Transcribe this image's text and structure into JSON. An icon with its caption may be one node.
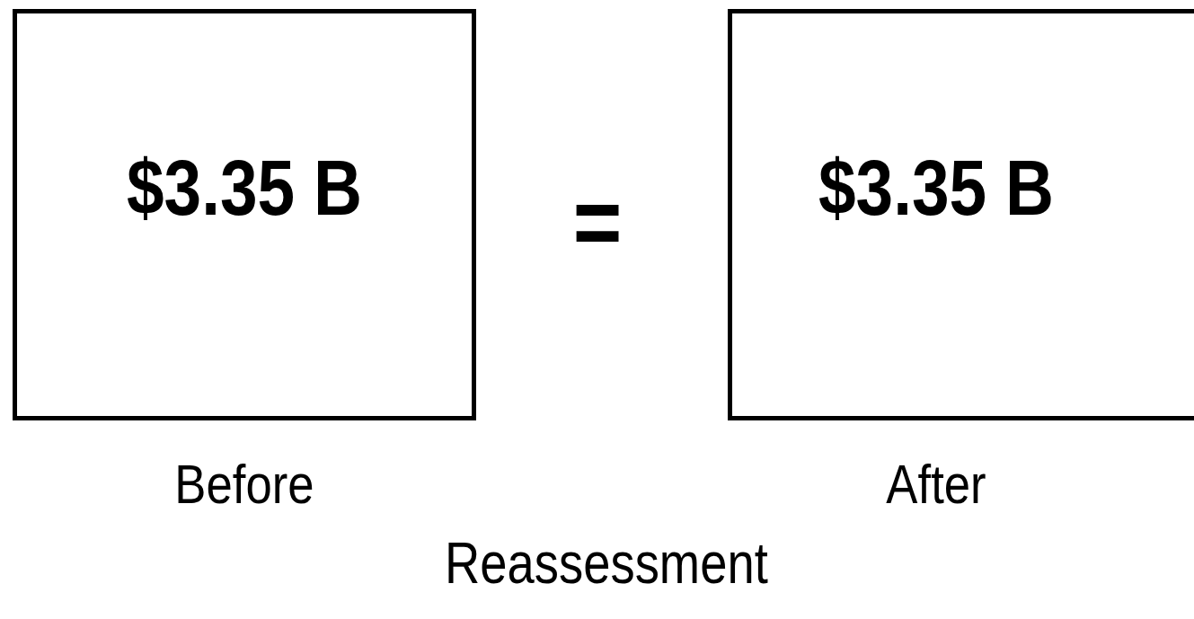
{
  "diagram": {
    "nodes": [
      {
        "text": [
          "$3.35 B"
        ],
        "beside": [
          "Before"
        ]
      },
      {
        "text": [
          "$3.35 B"
        ],
        "beside": [
          "After"
        ]
      }
    ],
    "labels": [
      "=",
      "Reassessment"
    ]
  }
}
